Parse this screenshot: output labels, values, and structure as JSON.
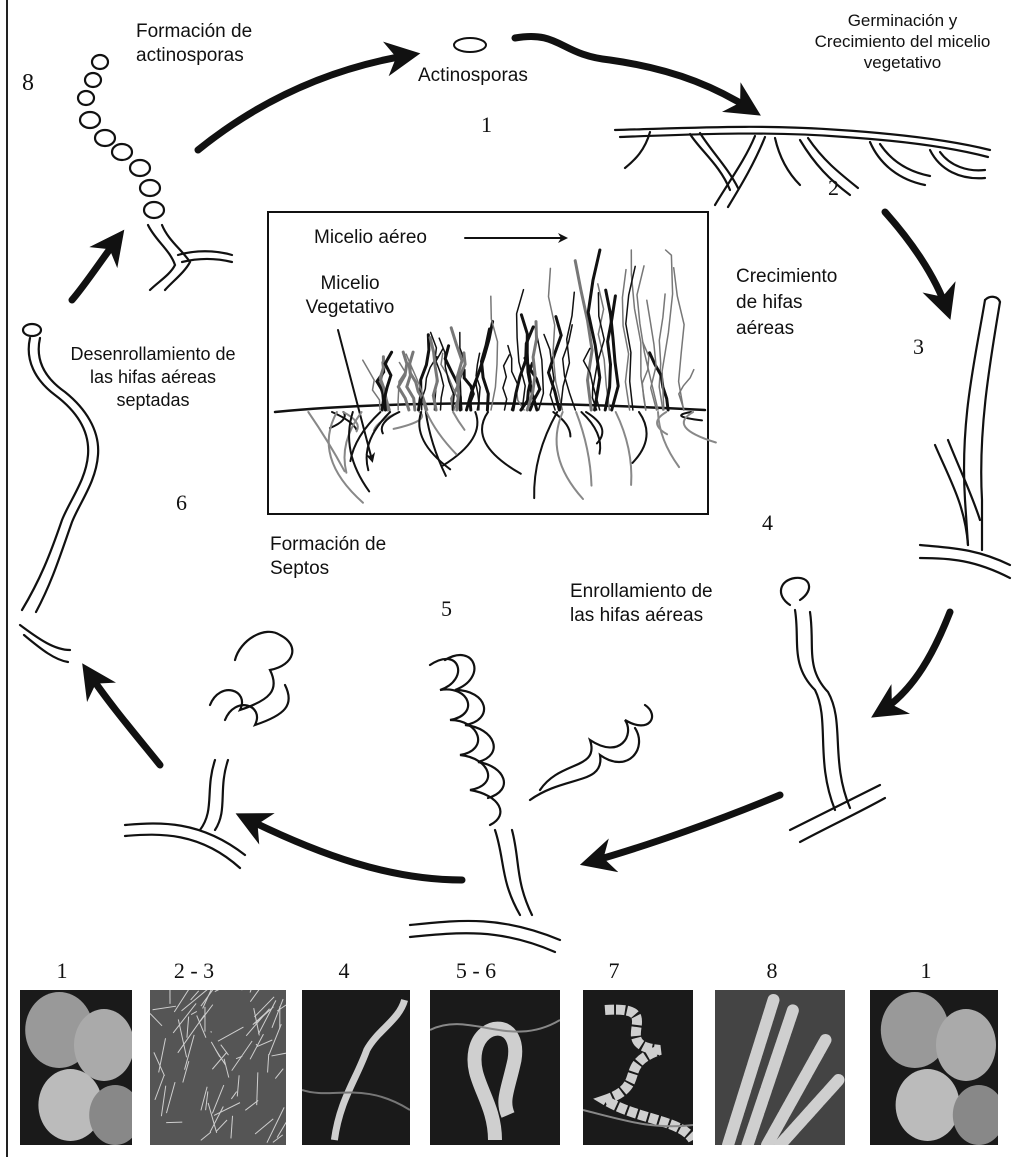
{
  "stage_labels": {
    "actinosporas": "Actinosporas",
    "germinacion": "Germinación y\nCrecimiento del micelio\nvegetativo",
    "crecimiento_hifas": "Crecimiento\nde hifas\naéreas",
    "enrollamiento": "Enrollamiento de\nlas hifas aéreas",
    "formacion_septos": "Formación de\nSeptos",
    "desenrollamiento": "Desenrollamiento de\nlas hifas aéreas\nseptadas",
    "formacion_actinosporas": "Formación de\nactinosporas"
  },
  "stage_numbers": {
    "n1": "1",
    "n2": "2",
    "n3": "3",
    "n4": "4",
    "n5": "5",
    "n6": "6",
    "n8": "8"
  },
  "inset": {
    "micelio_aereo": "Micelio aéreo",
    "micelio_vegetativo": "Micelio\nVegetativo"
  },
  "micrographs": [
    {
      "label": "1",
      "icon": "spores-micrograph"
    },
    {
      "label": "2 - 3",
      "icon": "dense-mycelium-micrograph"
    },
    {
      "label": "4",
      "icon": "coiling-hypha-micrograph"
    },
    {
      "label": "5 - 6",
      "icon": "septate-coil-micrograph"
    },
    {
      "label": "7",
      "icon": "uncoiling-hypha-micrograph"
    },
    {
      "label": "8",
      "icon": "spore-chains-micrograph"
    },
    {
      "label": "1",
      "icon": "spores-micrograph"
    }
  ],
  "colors": {
    "ink": "#111111",
    "paper": "#ffffff",
    "micrograph_bg": "#1a1a1a",
    "micrograph_fg": "#cfcfcf"
  }
}
